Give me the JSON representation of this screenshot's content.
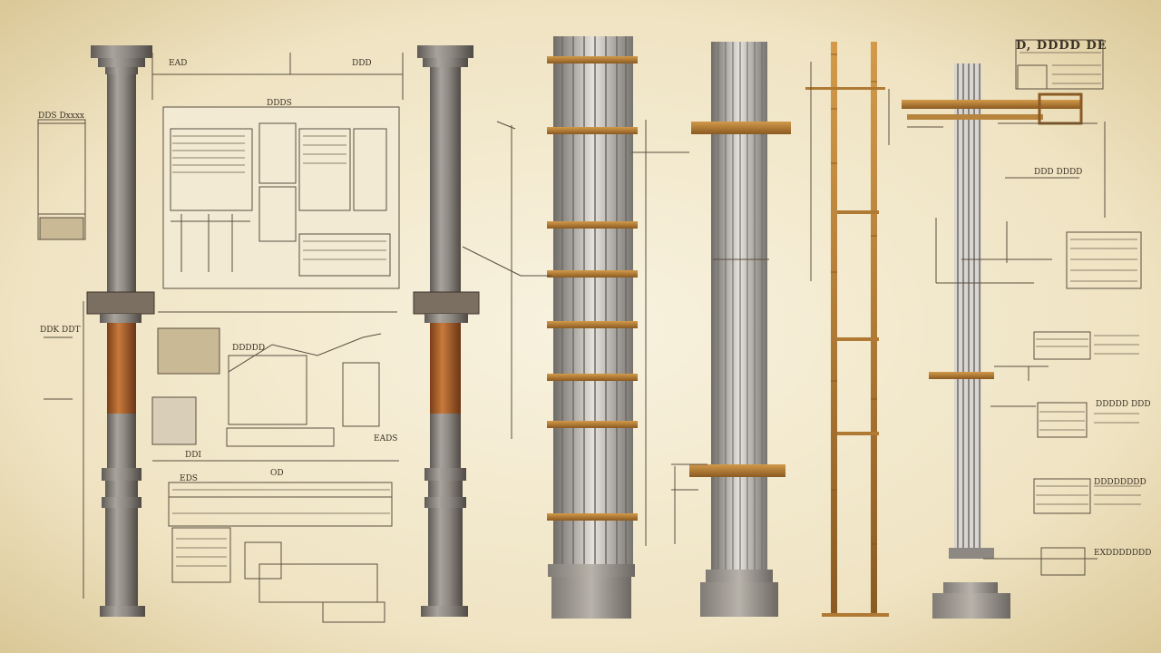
{
  "sheet": {
    "colors": {
      "paper_center": "#f7f0dc",
      "paper_edge": "#d9c79a",
      "ink": "#4a3f30",
      "stone": "#8e8a84",
      "stone_dark": "#5e5a55",
      "rust": "#b86a2e",
      "timber": "#a8712c",
      "steel": "#c9c5c0"
    },
    "labels": {
      "top_right_title": "D, DDDD DE",
      "left_legend": "DDS Dxxxx",
      "left_mid": "DDK DDT",
      "dim_top_a": "EAD",
      "dim_top_b": "DDD",
      "panel_header": "DDDS",
      "bottom_dim_a": "OD",
      "bottom_dim_b": "DDI",
      "bottom_dim_c": "EADS",
      "mid_caption": "DDDDD",
      "right_label_a": "DDD DDDD",
      "right_label_b": "DDDDD DDD",
      "right_label_c": "DDDDDDDD",
      "right_label_d": "EXDDDDDDD",
      "table_label": "EDS"
    }
  }
}
